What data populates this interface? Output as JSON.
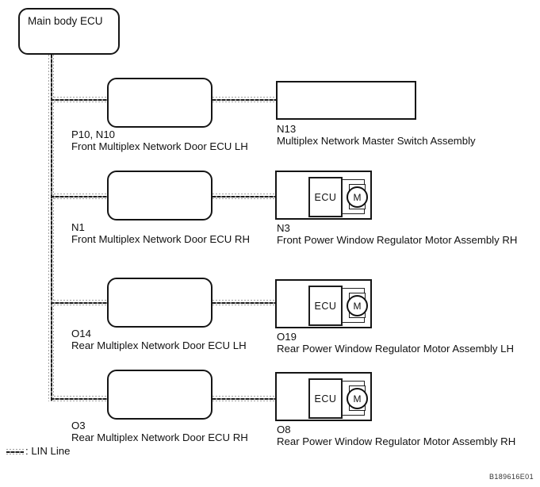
{
  "diagram": {
    "main_ecu": {
      "label": "Main body ECU"
    },
    "bus": {
      "type": "LIN"
    },
    "rows": [
      {
        "left_code": "P10, N10",
        "left_name": "Front Multiplex Network Door ECU LH",
        "right_code": "N13",
        "right_name": "Multiplex Network Master Switch Assembly",
        "right_kind": "switch-assembly"
      },
      {
        "left_code": "N1",
        "left_name": "Front Multiplex Network Door ECU RH",
        "right_code": "N3",
        "right_name": "Front Power Window Regulator Motor Assembly RH",
        "right_kind": "motor-assembly",
        "ecu_label": "ECU",
        "motor_label": "M"
      },
      {
        "left_code": "O14",
        "left_name": "Rear Multiplex Network Door ECU LH",
        "right_code": "O19",
        "right_name": "Rear Power Window Regulator Motor Assembly LH",
        "right_kind": "motor-assembly",
        "ecu_label": "ECU",
        "motor_label": "M"
      },
      {
        "left_code": "O3",
        "left_name": "Rear Multiplex Network Door ECU RH",
        "right_code": "O8",
        "right_name": "Rear Power Window Regulator Motor Assembly RH",
        "right_kind": "motor-assembly",
        "ecu_label": "ECU",
        "motor_label": "M"
      }
    ],
    "legend": {
      "label": ": LIN Line",
      "line_type": "LIN"
    },
    "figure_code": "B189616E01",
    "colors": {
      "line": "#151515",
      "lin_dotted": "#9e9e9e",
      "background": "#ffffff"
    }
  }
}
